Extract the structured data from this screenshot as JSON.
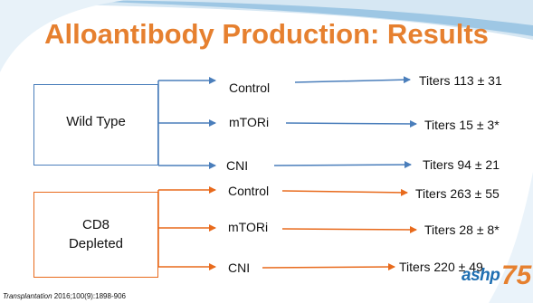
{
  "title": "Alloantibody Production: Results",
  "groups": [
    {
      "label": "Wild Type",
      "rows": [
        {
          "treatment": "Control",
          "result": "Titers 113 ± 31"
        },
        {
          "treatment": "mTORi",
          "result": "Titers 15 ± 3*"
        },
        {
          "treatment": "CNI",
          "result": "Titers 94 ± 21"
        }
      ]
    },
    {
      "label_line1": "CD8",
      "label_line2": "Depleted",
      "rows": [
        {
          "treatment": "Control",
          "result": "Titers 263 ± 55"
        },
        {
          "treatment": "mTORi",
          "result": "Titers 28 ± 8*"
        },
        {
          "treatment": "CNI",
          "result": "Titers 220 ± 49"
        }
      ]
    }
  ],
  "citation": {
    "journal": "Transplantation",
    "details": " 2016;100(9):1898-906"
  },
  "logo": {
    "text": "ashp",
    "number": "75",
    "icon": "ashp-75-logo"
  },
  "colors": {
    "title": "#e6802f",
    "wild_type": "#4a7ebb",
    "cd8_depleted": "#e86a1c"
  }
}
